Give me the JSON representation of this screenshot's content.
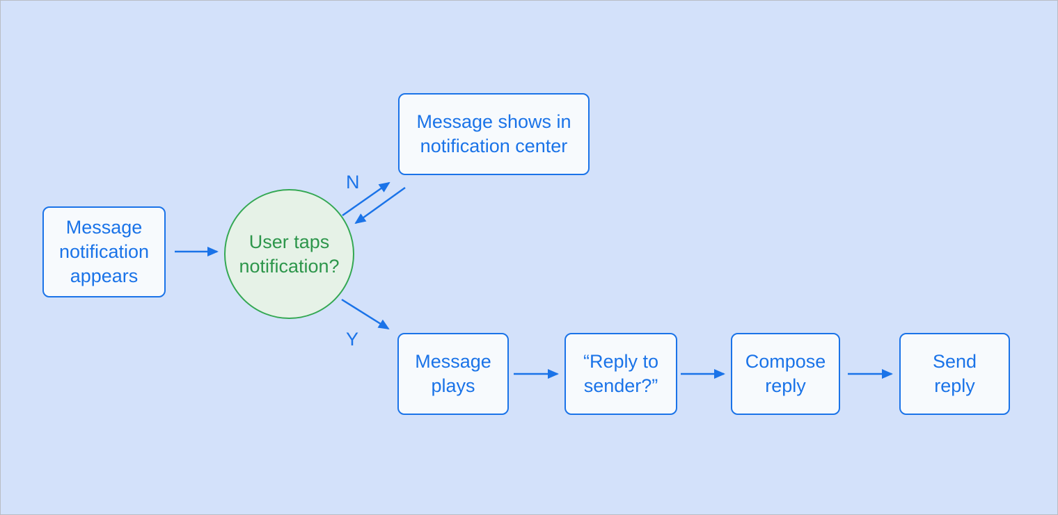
{
  "diagram": {
    "type": "flowchart",
    "colors": {
      "background": "#d3e1fa",
      "accent_blue": "#1a73e8",
      "node_fill": "#f7fafd",
      "decision_border_green": "#34a853",
      "decision_fill_green": "#e6f2e7",
      "decision_text_green": "#2d964b"
    },
    "nodes": [
      {
        "id": "message-notification-appears",
        "shape": "rounded-rect",
        "label": "Message\nnotification\nappears"
      },
      {
        "id": "user-taps-notification",
        "shape": "circle",
        "label": "User taps\nnotification?"
      },
      {
        "id": "message-shows-in-notification-center",
        "shape": "rounded-rect",
        "label": "Message shows in\nnotification center"
      },
      {
        "id": "message-plays",
        "shape": "rounded-rect",
        "label": "Message\nplays"
      },
      {
        "id": "reply-to-sender",
        "shape": "rounded-rect",
        "label": "“Reply to\nsender?”"
      },
      {
        "id": "compose-reply",
        "shape": "rounded-rect",
        "label": "Compose\nreply"
      },
      {
        "id": "send-reply",
        "shape": "rounded-rect",
        "label": "Send\nreply"
      }
    ],
    "edges": [
      {
        "from": "message-notification-appears",
        "to": "user-taps-notification",
        "label": ""
      },
      {
        "from": "user-taps-notification",
        "to": "message-shows-in-notification-center",
        "label": "N"
      },
      {
        "from": "message-shows-in-notification-center",
        "to": "user-taps-notification",
        "label": ""
      },
      {
        "from": "user-taps-notification",
        "to": "message-plays",
        "label": "Y"
      },
      {
        "from": "message-plays",
        "to": "reply-to-sender",
        "label": ""
      },
      {
        "from": "reply-to-sender",
        "to": "compose-reply",
        "label": ""
      },
      {
        "from": "compose-reply",
        "to": "send-reply",
        "label": ""
      }
    ]
  }
}
